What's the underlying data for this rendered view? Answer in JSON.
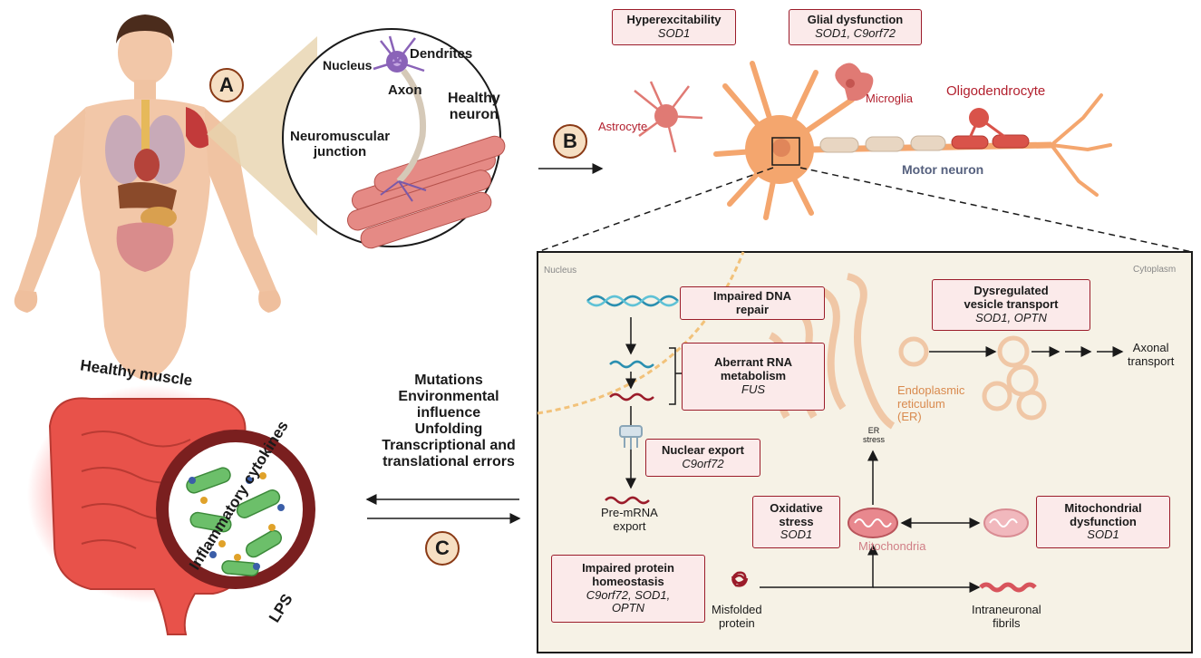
{
  "panel_a": {
    "badge": "A",
    "caption": "Healthy muscle",
    "labels": {
      "nucleus": "Nucleus",
      "dendrites": "Dendrites",
      "axon": "Axon",
      "healthy_neuron": "Healthy\nneuron",
      "nmj": "Neuromuscular\njunction"
    }
  },
  "panel_b": {
    "badge": "B",
    "hyperexcitability": {
      "title": "Hyperexcitability",
      "genes": "SOD1"
    },
    "glial": {
      "title": "Glial dysfunction",
      "genes": "SOD1, C9orf72"
    },
    "astrocyte": "Astrocyte",
    "microglia": "Microglia",
    "oligodendrocyte": "Oligodendrocyte",
    "motor_neuron": "Motor neuron"
  },
  "panel_c": {
    "badge": "C",
    "triggers": "Mutations\nEnvironmental\ninfluence\nUnfolding\nTranscriptional and\ntranslational errors",
    "gut_caption_1": "Inflammatory cytokines",
    "gut_caption_2": "LPS"
  },
  "cell": {
    "nucleus_label": "Nucleus",
    "cytoplasm_label": "Cytoplasm",
    "dna_repair": {
      "title": "Impaired DNA\nrepair"
    },
    "rna": {
      "title": "Aberrant RNA\nmetabolism",
      "genes": "FUS"
    },
    "nuclear_export": {
      "title": "Nuclear export",
      "genes": "C9orf72"
    },
    "pre_mrna": "Pre-mRNA\nexport",
    "vesicle": {
      "title": "Dysregulated\nvesicle transport",
      "genes": "SOD1, OPTN"
    },
    "axonal_transport": "Axonal\ntransport",
    "er": "Endoplasmic\nreticulum\n(ER)",
    "er_stress": "ER\nstress",
    "oxidative": {
      "title": "Oxidative\nstress",
      "genes": "SOD1"
    },
    "mitochondria": "Mitochondria",
    "mito_dys": {
      "title": "Mitochondrial\ndysfunction",
      "genes": "SOD1"
    },
    "proteostasis": {
      "title": "Impaired protein\nhomeostasis",
      "genes": "C9orf72, SOD1,\nOPTN"
    },
    "misfolded": "Misfolded\nprotein",
    "fibrils": "Intraneuronal\nfibrils"
  },
  "colors": {
    "box_border": "#9b1c2a",
    "box_fill": "#fbeaea",
    "badge_fill": "#f6dfc3",
    "neuron": "#f4a66e",
    "glia_label": "#b21f2d",
    "motor_label": "#55607e",
    "er_label": "#d98a4e",
    "mito_label": "#d07e86",
    "gut": "#d9473f"
  }
}
